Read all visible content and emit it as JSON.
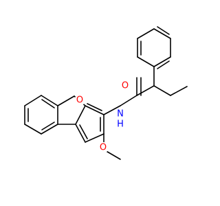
{
  "molecule": {
    "atoms": {
      "O_ring": {
        "symbol": "O",
        "color": "#ff0000"
      },
      "O_carbonyl": {
        "symbol": "O",
        "color": "#ff0000"
      },
      "O_methoxy": {
        "symbol": "O",
        "color": "#ff0000"
      },
      "N_amide": {
        "symbol": "N",
        "color": "#0000ff"
      },
      "H_amide": {
        "symbol": "H",
        "color": "#0000ff"
      }
    }
  }
}
